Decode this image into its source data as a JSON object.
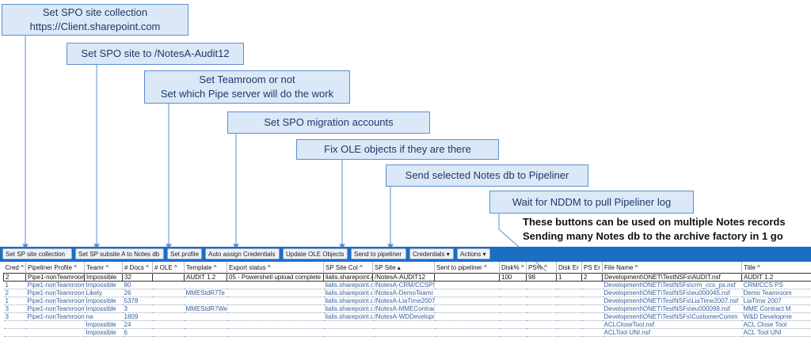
{
  "callouts": [
    {
      "lines": [
        "Set SPO site collection",
        "https://Client.sharepoint.com"
      ]
    },
    {
      "lines": [
        "Set SPO site to /NotesA-Audit12"
      ]
    },
    {
      "lines": [
        "Set Teamroom or not",
        "Set which Pipe server will do the work"
      ]
    },
    {
      "lines": [
        "Set SPO migration accounts"
      ]
    },
    {
      "lines": [
        "Fix OLE objects if they are there"
      ]
    },
    {
      "lines": [
        "Send selected Notes db to Pipeliner"
      ]
    },
    {
      "lines": [
        "Wait for NDDM to pull Pipeliner log"
      ]
    }
  ],
  "note": [
    "These buttons can be used on multiple Notes records",
    "Sending many Notes db to the archive factory in 1 go"
  ],
  "toolbar": {
    "set_site_collection": "Set SP site collection",
    "set_subsite": "Set SP subsite A to Notes db",
    "set_profile": "Set profile",
    "auto_assign": "Auto assign Credentials",
    "update_ole": "Update OLE Objects",
    "send_pipeliner": "Send to pipeliner",
    "credentials": "Credentials ▾",
    "actions": "Actions ▾"
  },
  "grid": {
    "headers": [
      "Cred ^",
      "Pipeliner Profile ^",
      "Teamr ^",
      "# Docs ^",
      "# OLE ^",
      "Template ^",
      "Export status ^",
      "SP Site Col ^",
      "SP Site ▴",
      "Sent to pipeliner ^",
      "Disk% ^",
      "PS% ^",
      "Disk Er",
      "PS Er",
      "File Name ^",
      "Title ^"
    ],
    "rows": [
      [
        "2",
        "Pipe1-nonTeamroom",
        "Impossible",
        "32",
        "",
        "AUDIT 1.2",
        "05 - Powershell upload complete",
        "lialis.sharepoint.c",
        "/NotesA-AUDIT12",
        "",
        "100",
        "98",
        "1",
        "2",
        "Development\\ONET\\TestNSFs\\AUDIT.nsf",
        "AUDIT 1.2"
      ],
      [
        "1",
        "Pipe1-nonTeamroom",
        "Impossible",
        "80",
        "",
        "",
        "",
        "lialis.sharepoint.c",
        "/NotesA-CRM/CCSPS",
        "",
        "",
        "",
        "",
        "",
        "Development\\ONET\\TestNSFs\\crm_ccs_ps.nsf",
        "CRM/CCS PS"
      ],
      [
        "2",
        "Pipe1-nonTeamroom",
        "Likely",
        "26",
        "",
        "MMEStdR7Te",
        "",
        "lialis.sharepoint.c",
        "/NotesA-DemoTeamr",
        "",
        "",
        "",
        "",
        "",
        "Development\\ONET\\TestNSFs\\eu000045.nsf",
        "Demo Teamroom"
      ],
      [
        "1",
        "Pipe1-nonTeamroom",
        "Impossible",
        "5378",
        "",
        "",
        "",
        "lialis.sharepoint.c",
        "/NotesA-LiaTime2007",
        "",
        "",
        "",
        "",
        "",
        "Development\\ONET\\TestNSFs\\LiaTime2007.nsf",
        "LiaTime 2007"
      ],
      [
        "3",
        "Pipe1-nonTeamroom",
        "Impossible",
        "3",
        "",
        "MMEStdR7We",
        "",
        "lialis.sharepoint.c",
        "/NotesA-MMEContrac",
        "",
        "",
        "",
        "",
        "",
        "Development\\ONET\\TestNSFs\\eu000098.nsf",
        "MME Contract M"
      ],
      [
        "3",
        "Pipe1-nonTeamroom",
        "na",
        "1809",
        "",
        "",
        "",
        "lialis.sharepoint.c",
        "/NotesA-WDDevelopr",
        "",
        "",
        "",
        "",
        "",
        "Development\\ONET\\TestNSFs\\CustomerComm",
        "W&D Developme"
      ],
      [
        "",
        "",
        "Impossible",
        "24",
        "",
        "",
        "",
        "",
        "",
        "",
        "",
        "",
        "",
        "",
        "ACLCloseTool.nsf",
        "ACL Close Tool"
      ],
      [
        "",
        "",
        "Impossible",
        "6",
        "",
        "",
        "",
        "",
        "",
        "",
        "",
        "",
        "",
        "",
        "ACLTool UNI.nsf",
        "ACL Tool UNI"
      ]
    ]
  }
}
